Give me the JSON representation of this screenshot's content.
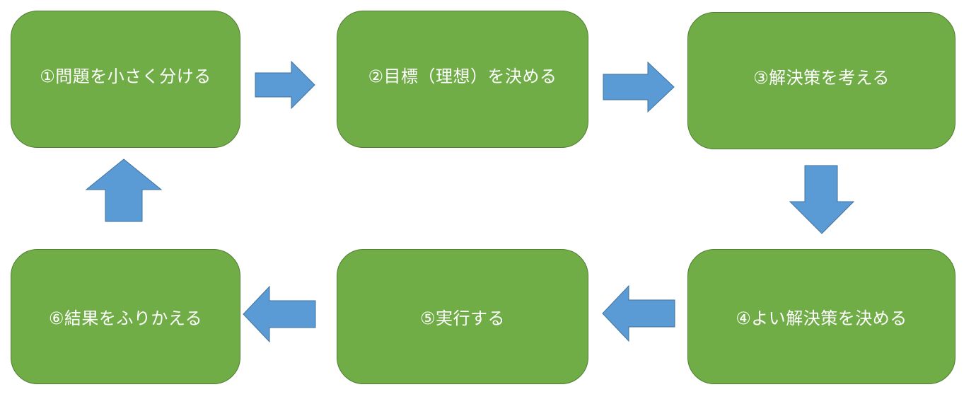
{
  "steps": [
    {
      "label": "①問題を小さく分ける"
    },
    {
      "label": "②目標（理想）を決める"
    },
    {
      "label": "③解決策を考える"
    },
    {
      "label": "④よい解決策を決める"
    },
    {
      "label": "⑤実行する"
    },
    {
      "label": "⑥結果をふりかえる"
    }
  ],
  "colors": {
    "box_fill": "#70ad47",
    "box_border": "#507e32",
    "arrow_fill": "#5b9bd5",
    "arrow_border": "#41719c",
    "text": "#ffffff"
  }
}
